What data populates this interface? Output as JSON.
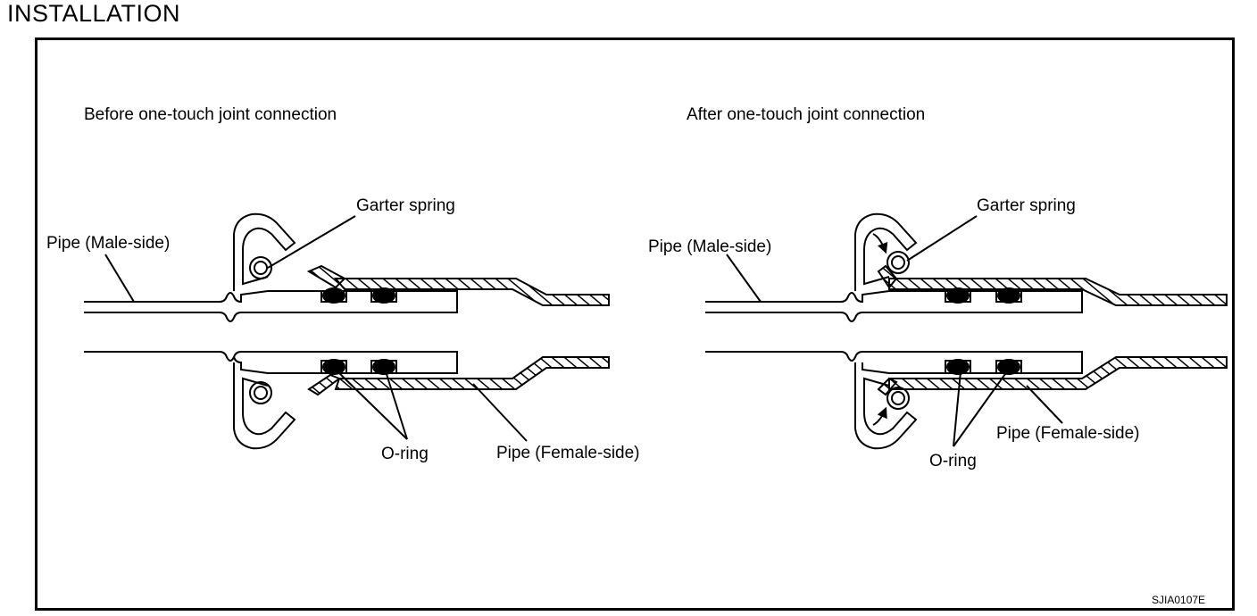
{
  "page": {
    "heading": "INSTALLATION"
  },
  "before": {
    "caption": "Before one-touch joint connection",
    "labels": {
      "garter_spring": "Garter spring",
      "pipe_male": "Pipe (Male-side)",
      "o_ring": "O-ring",
      "pipe_female": "Pipe (Female-side)"
    }
  },
  "after": {
    "caption": "After one-touch joint connection",
    "labels": {
      "garter_spring": "Garter spring",
      "pipe_male": "Pipe (Male-side)",
      "o_ring": "O-ring",
      "pipe_female": "Pipe (Female-side)"
    }
  },
  "figure_code": "SJIA0107E"
}
